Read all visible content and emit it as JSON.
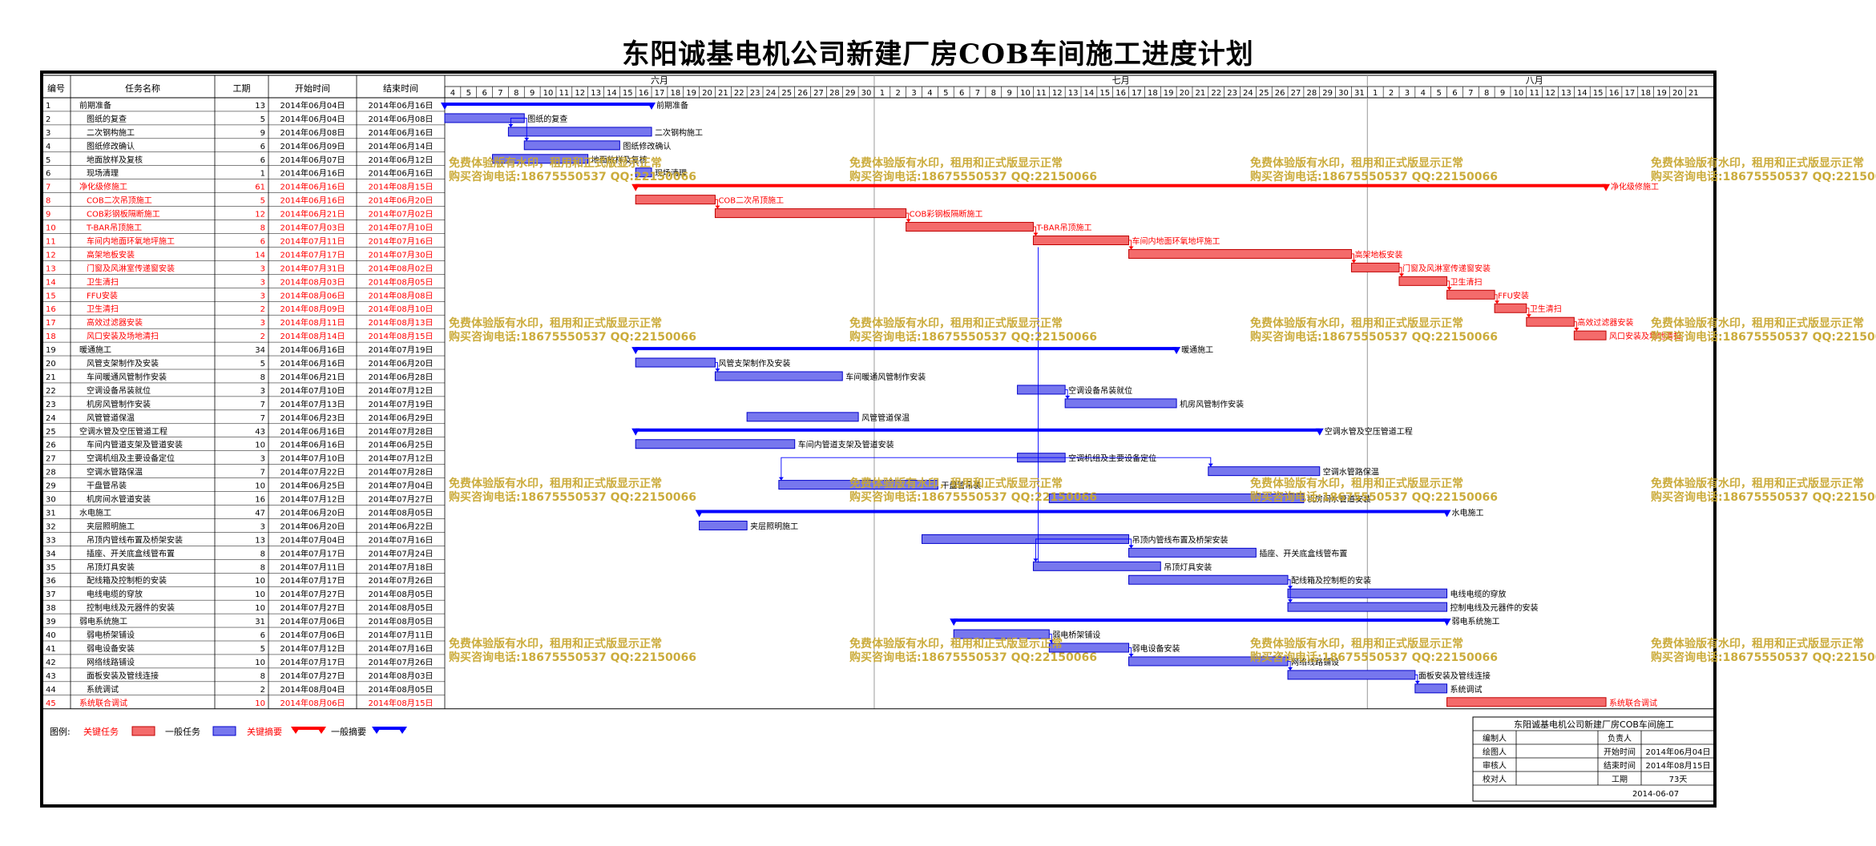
{
  "title": "东阳诚基电机公司新建厂房COB车间施工进度计划",
  "columns": {
    "id": "编号",
    "name": "任务名称",
    "duration": "工期",
    "start": "开始时间",
    "end": "结束时间"
  },
  "watermark": {
    "line1": "免费体验版有水印，租用和正式版显示正常",
    "line2": "购买咨询电话:18675550537 QQ:22150066"
  },
  "legend": {
    "label": "图例:",
    "critical_task": "关键任务",
    "normal_task": "一般任务",
    "critical_summary": "关键摘要",
    "normal_summary": "一般摘要"
  },
  "colors": {
    "critical": "#ff0000",
    "critical_bar": "#f46b6b",
    "normal": "#0000ff",
    "normal_bar": "#7777ee",
    "watermark": "#c9a832",
    "grid": "#9a9a9a"
  },
  "info_box": {
    "title": "东阳诚基电机公司新建厂房COB车间施工",
    "compiler_label": "编制人",
    "owner_label": "负责人",
    "drawer_label": "绘图人",
    "start_label": "开始时间",
    "start_value": "2014年06月04日",
    "reviewer_label": "审核人",
    "end_label": "结束时间",
    "end_value": "2014年08月15日",
    "checker_label": "校对人",
    "duration_label": "工期",
    "duration_value": "73天",
    "date": "2014-06-07"
  },
  "chart_data": {
    "type": "gantt",
    "title": "东阳诚基电机公司新建厂房COB车间施工进度计划",
    "timeline": {
      "year": 2014,
      "start_date": "2014-06-04",
      "end_date": "2014-08-21",
      "months": [
        "六月",
        "七月",
        "八月"
      ]
    },
    "tasks": [
      {
        "id": "1",
        "name": "前期准备",
        "duration": "13",
        "start": "2014年06月04日",
        "end": "2014年06月16日",
        "kind": "summary",
        "critical": false,
        "level": 0
      },
      {
        "id": "2",
        "name": "图纸的复查",
        "duration": "5",
        "start": "2014年06月04日",
        "end": "2014年06月08日",
        "kind": "task",
        "critical": false,
        "level": 1
      },
      {
        "id": "3",
        "name": "二次钢构施工",
        "duration": "9",
        "start": "2014年06月08日",
        "end": "2014年06月16日",
        "kind": "task",
        "critical": false,
        "level": 1
      },
      {
        "id": "4",
        "name": "图纸修改确认",
        "duration": "6",
        "start": "2014年06月09日",
        "end": "2014年06月14日",
        "kind": "task",
        "critical": false,
        "level": 1
      },
      {
        "id": "5",
        "name": "地面放样及复核",
        "duration": "6",
        "start": "2014年06月07日",
        "end": "2014年06月12日",
        "kind": "task",
        "critical": false,
        "level": 1
      },
      {
        "id": "6",
        "name": "现场清理",
        "duration": "1",
        "start": "2014年06月16日",
        "end": "2014年06月16日",
        "kind": "task",
        "critical": false,
        "level": 1
      },
      {
        "id": "7",
        "name": "净化级修施工",
        "duration": "61",
        "start": "2014年06月16日",
        "end": "2014年08月15日",
        "kind": "summary",
        "critical": true,
        "level": 0
      },
      {
        "id": "8",
        "name": "COB二次吊顶施工",
        "duration": "5",
        "start": "2014年06月16日",
        "end": "2014年06月20日",
        "kind": "task",
        "critical": true,
        "level": 1
      },
      {
        "id": "9",
        "name": "COB彩钢板隔断施工",
        "duration": "12",
        "start": "2014年06月21日",
        "end": "2014年07月02日",
        "kind": "task",
        "critical": true,
        "level": 1
      },
      {
        "id": "10",
        "name": "T-BAR吊顶施工",
        "duration": "8",
        "start": "2014年07月03日",
        "end": "2014年07月10日",
        "kind": "task",
        "critical": true,
        "level": 1
      },
      {
        "id": "11",
        "name": "车间内地面环氧地坪施工",
        "duration": "6",
        "start": "2014年07月11日",
        "end": "2014年07月16日",
        "kind": "task",
        "critical": true,
        "level": 1
      },
      {
        "id": "12",
        "name": "高架地板安装",
        "duration": "14",
        "start": "2014年07月17日",
        "end": "2014年07月30日",
        "kind": "task",
        "critical": true,
        "level": 1
      },
      {
        "id": "13",
        "name": "门窗及风淋室传递窗安装",
        "duration": "3",
        "start": "2014年07月31日",
        "end": "2014年08月02日",
        "kind": "task",
        "critical": true,
        "level": 1
      },
      {
        "id": "14",
        "name": "卫生清扫",
        "duration": "3",
        "start": "2014年08月03日",
        "end": "2014年08月05日",
        "kind": "task",
        "critical": true,
        "level": 1
      },
      {
        "id": "15",
        "name": "FFU安装",
        "duration": "3",
        "start": "2014年08月06日",
        "end": "2014年08月08日",
        "kind": "task",
        "critical": true,
        "level": 1
      },
      {
        "id": "16",
        "name": "卫生清扫",
        "duration": "2",
        "start": "2014年08月09日",
        "end": "2014年08月10日",
        "kind": "task",
        "critical": true,
        "level": 1
      },
      {
        "id": "17",
        "name": "高效过滤器安装",
        "duration": "3",
        "start": "2014年08月11日",
        "end": "2014年08月13日",
        "kind": "task",
        "critical": true,
        "level": 1
      },
      {
        "id": "18",
        "name": "风口安装及场地清扫",
        "duration": "2",
        "start": "2014年08月14日",
        "end": "2014年08月15日",
        "kind": "task",
        "critical": true,
        "level": 1
      },
      {
        "id": "19",
        "name": "暖通施工",
        "duration": "34",
        "start": "2014年06月16日",
        "end": "2014年07月19日",
        "kind": "summary",
        "critical": false,
        "level": 0
      },
      {
        "id": "20",
        "name": "风管支架制作及安装",
        "duration": "5",
        "start": "2014年06月16日",
        "end": "2014年06月20日",
        "kind": "task",
        "critical": false,
        "level": 1
      },
      {
        "id": "21",
        "name": "车间暖通风管制作安装",
        "duration": "8",
        "start": "2014年06月21日",
        "end": "2014年06月28日",
        "kind": "task",
        "critical": false,
        "level": 1
      },
      {
        "id": "22",
        "name": "空调设备吊装就位",
        "duration": "3",
        "start": "2014年07月10日",
        "end": "2014年07月12日",
        "kind": "task",
        "critical": false,
        "level": 1
      },
      {
        "id": "23",
        "name": "机房风管制作安装",
        "duration": "7",
        "start": "2014年07月13日",
        "end": "2014年07月19日",
        "kind": "task",
        "critical": false,
        "level": 1
      },
      {
        "id": "24",
        "name": "风管管道保温",
        "duration": "7",
        "start": "2014年06月23日",
        "end": "2014年06月29日",
        "kind": "task",
        "critical": false,
        "level": 1
      },
      {
        "id": "25",
        "name": "空调水管及空压管道工程",
        "duration": "43",
        "start": "2014年06月16日",
        "end": "2014年07月28日",
        "kind": "summary",
        "critical": false,
        "level": 0
      },
      {
        "id": "26",
        "name": "车间内管道支架及管道安装",
        "duration": "10",
        "start": "2014年06月16日",
        "end": "2014年06月25日",
        "kind": "task",
        "critical": false,
        "level": 1
      },
      {
        "id": "27",
        "name": "空调机组及主要设备定位",
        "duration": "3",
        "start": "2014年07月10日",
        "end": "2014年07月12日",
        "kind": "task",
        "critical": false,
        "level": 1
      },
      {
        "id": "28",
        "name": "空调水管路保温",
        "duration": "7",
        "start": "2014年07月22日",
        "end": "2014年07月28日",
        "kind": "task",
        "critical": false,
        "level": 1
      },
      {
        "id": "29",
        "name": "干盘管吊装",
        "duration": "10",
        "start": "2014年06月25日",
        "end": "2014年07月04日",
        "kind": "task",
        "critical": false,
        "level": 1
      },
      {
        "id": "30",
        "name": "机房间水管道安装",
        "duration": "16",
        "start": "2014年07月12日",
        "end": "2014年07月27日",
        "kind": "task",
        "critical": false,
        "level": 1
      },
      {
        "id": "31",
        "name": "水电施工",
        "duration": "47",
        "start": "2014年06月20日",
        "end": "2014年08月05日",
        "kind": "summary",
        "critical": false,
        "level": 0
      },
      {
        "id": "32",
        "name": "夹层照明施工",
        "duration": "3",
        "start": "2014年06月20日",
        "end": "2014年06月22日",
        "kind": "task",
        "critical": false,
        "level": 1
      },
      {
        "id": "33",
        "name": "吊顶内管线布置及桥架安装",
        "duration": "13",
        "start": "2014年07月04日",
        "end": "2014年07月16日",
        "kind": "task",
        "critical": false,
        "level": 1
      },
      {
        "id": "34",
        "name": "插座、开关底盒线管布置",
        "duration": "8",
        "start": "2014年07月17日",
        "end": "2014年07月24日",
        "kind": "task",
        "critical": false,
        "level": 1
      },
      {
        "id": "35",
        "name": "吊顶灯具安装",
        "duration": "8",
        "start": "2014年07月11日",
        "end": "2014年07月18日",
        "kind": "task",
        "critical": false,
        "level": 1
      },
      {
        "id": "36",
        "name": "配线箱及控制柜的安装",
        "duration": "10",
        "start": "2014年07月17日",
        "end": "2014年07月26日",
        "kind": "task",
        "critical": false,
        "level": 1
      },
      {
        "id": "37",
        "name": "电线电缆的穿放",
        "duration": "10",
        "start": "2014年07月27日",
        "end": "2014年08月05日",
        "kind": "task",
        "critical": false,
        "level": 1
      },
      {
        "id": "38",
        "name": "控制电线及元器件的安装",
        "duration": "10",
        "start": "2014年07月27日",
        "end": "2014年08月05日",
        "kind": "task",
        "critical": false,
        "level": 1
      },
      {
        "id": "39",
        "name": "弱电系统施工",
        "duration": "31",
        "start": "2014年07月06日",
        "end": "2014年08月05日",
        "kind": "summary",
        "critical": false,
        "level": 0
      },
      {
        "id": "40",
        "name": "弱电桥架铺设",
        "duration": "6",
        "start": "2014年07月06日",
        "end": "2014年07月11日",
        "kind": "task",
        "critical": false,
        "level": 1
      },
      {
        "id": "41",
        "name": "弱电设备安装",
        "duration": "5",
        "start": "2014年07月12日",
        "end": "2014年07月16日",
        "kind": "task",
        "critical": false,
        "level": 1
      },
      {
        "id": "42",
        "name": "网络线路铺设",
        "duration": "10",
        "start": "2014年07月17日",
        "end": "2014年07月26日",
        "kind": "task",
        "critical": false,
        "level": 1
      },
      {
        "id": "43",
        "name": "面板安装及管线连接",
        "duration": "8",
        "start": "2014年07月27日",
        "end": "2014年08月03日",
        "kind": "task",
        "critical": false,
        "level": 1
      },
      {
        "id": "44",
        "name": "系统调试",
        "duration": "2",
        "start": "2014年08月04日",
        "end": "2014年08月05日",
        "kind": "task",
        "critical": false,
        "level": 1
      },
      {
        "id": "45",
        "name": "系统联合调试",
        "duration": "10",
        "start": "2014年08月06日",
        "end": "2014年08月15日",
        "kind": "task",
        "critical": true,
        "level": 0
      }
    ]
  }
}
